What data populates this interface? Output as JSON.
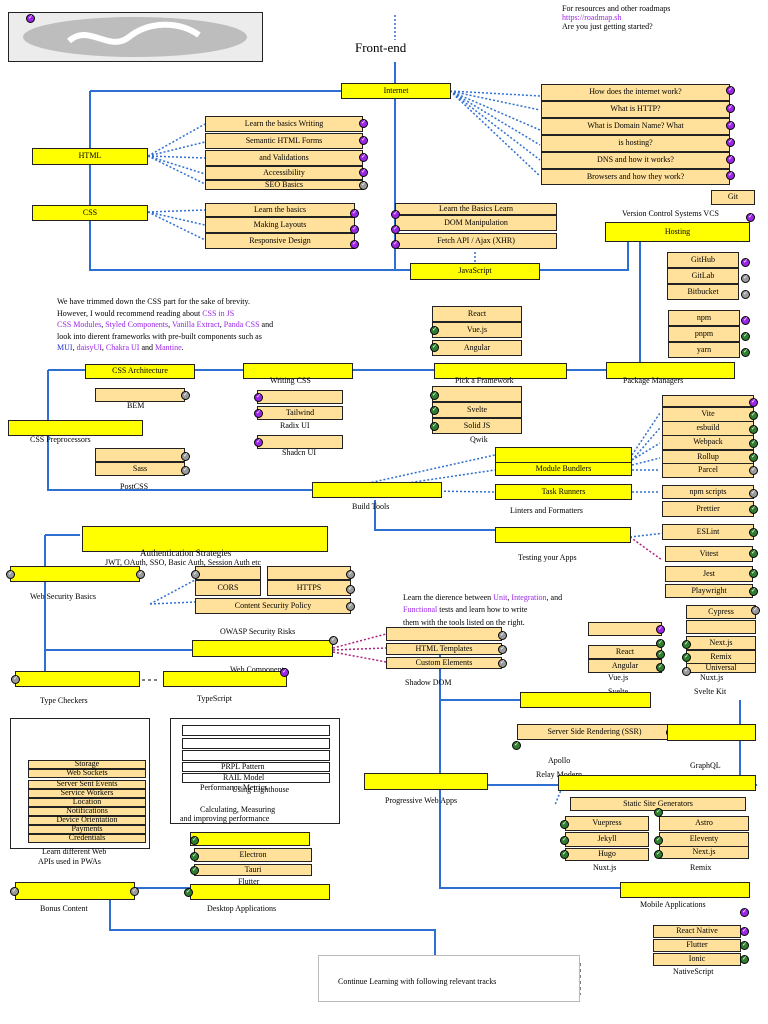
{
  "header": {
    "title": "Front-end",
    "resources_line": "For resources and other roadmaps",
    "link": "https://roadmap.sh",
    "getting_started": "Are you just getting started?"
  },
  "main": {
    "internet": "Internet",
    "html": "HTML",
    "css": "CSS",
    "javascript": "JavaScript",
    "vcs": "Version Control Systems VCS",
    "hosting": "Hosting",
    "pick_framework": "Pick a Framework",
    "package_managers": "Package Managers",
    "writing_css": "Writing CSS",
    "css_architecture": "CSS Architecture",
    "css_preprocessors": "CSS Preprocessors",
    "build_tools": "Build Tools",
    "module_bundlers": "Module Bundlers",
    "task_runners": "Task Runners",
    "linters": "Linters and Formatters",
    "testing": "Testing your Apps",
    "auth": "Authentication Strategies",
    "auth_sub": "JWT, OAuth, SSO, Basic Auth, Session Auth etc",
    "web_security": "Web Security Basics",
    "owasp": "OWASP Security Risks",
    "web_components": "Web Components",
    "shadow_dom": "Shadow DOM",
    "type_checkers": "Type Checkers",
    "typescript": "TypeScript",
    "ssr": "Server Side Rendering (SSR)",
    "apollo": "Apollo",
    "relay": "Relay Modern",
    "graphql": "GraphQL",
    "pwa": "Progressive Web Apps",
    "ssg": "Static Site Generators",
    "perf": "Calculating, Measuring",
    "perf2": "and improving performance",
    "pwa_apis1": "Learn different Web",
    "pwa_apis2": "APIs used in PWAs",
    "mobile": "Mobile Applications",
    "desktop": "Desktop Applications",
    "bonus": "Bonus Content",
    "continue": "Continue Learning with following relevant tracks"
  },
  "internet_topics": [
    "How does the internet work?",
    "What is HTTP?",
    "What is Domain Name? What",
    "is hosting?",
    "DNS and how it works?",
    "Browsers and how they work?"
  ],
  "html_topics": [
    "Learn the basics Writing",
    "Semantic HTML Forms",
    "and Validations",
    "Accessibility",
    "SEO Basics"
  ],
  "css_topics": [
    "Learn the basics",
    "Making Layouts",
    "Responsive Design"
  ],
  "js_topics": [
    "Learn the Basics Learn",
    "DOM Manipulation",
    "Fetch API / Ajax (XHR)"
  ],
  "vcs_topics": [
    "Git",
    "GitHub",
    "GitLab",
    "Bitbucket"
  ],
  "pkg_topics": [
    "npm",
    "pnpm",
    "yarn"
  ],
  "framework_topics": [
    "React",
    "Vue.js",
    "Angular",
    "Svelte",
    "Solid JS",
    "Qwik"
  ],
  "writing_css_topics": [
    "Tailwind",
    "Radix UI",
    "Shadcn UI"
  ],
  "css_arch_topics": [
    "BEM"
  ],
  "preprocessor_topics": [
    "Sass",
    "PostCSS"
  ],
  "bundler_topics": [
    "Vite",
    "esbuild",
    "Webpack",
    "Rollup",
    "Parcel"
  ],
  "task_runner_topics": [
    "npm scripts"
  ],
  "linter_topics": [
    "Prettier",
    "ESLint"
  ],
  "testing_topics": [
    "Vitest",
    "Jest",
    "Playwright",
    "Cypress"
  ],
  "security_topics": [
    "CORS",
    "HTTPS",
    "Content Security Policy"
  ],
  "webcomp_topics": [
    "HTML Templates",
    "Custom Elements"
  ],
  "ssr_topics": [
    "React",
    "Angular",
    "Vue.js",
    "Svelte",
    "Next.js",
    "Remix",
    "Universal",
    "Nuxt.js",
    "Svelte Kit"
  ],
  "ssg_topics": [
    "Vuepress",
    "Jekyll",
    "Hugo",
    "Astro",
    "Eleventy",
    "Next.js",
    "Nuxt.js",
    "Remix"
  ],
  "perf_topics": [
    "PRPL Pattern",
    "RAIL Model",
    "Performance Metrics",
    "Using Lighthouse"
  ],
  "pwa_api_topics": [
    "Storage",
    "Web Sockets",
    "Server Sent Events",
    "Service Workers",
    "Location",
    "Notifications",
    "Device Orientation",
    "Payments",
    "Credentials"
  ],
  "desktop_topics": [
    "Electron",
    "Tauri",
    "Flutter"
  ],
  "mobile_topics": [
    "React Native",
    "Flutter",
    "Ionic",
    "NativeScript"
  ],
  "css_note": {
    "line1": "We have trimmed down the CSS part for the sake of brevity.",
    "line2": "However, I would recommend reading about",
    "css_in_js": "CSS in JS",
    "css_modules": "CSS Modules",
    "styled": "Styled Components",
    "vanilla": "Vanilla Extract",
    "panda": "Panda CSS",
    "and": "and",
    "line4": "look into dierent frameworks with pre-built components such as",
    "mui": "MUI",
    "daisy": "daisyUI",
    "chakra": "Chakra UI",
    "mantine": "Mantine"
  },
  "test_note": {
    "prefix": "Learn the dierence between",
    "unit": "Unit",
    "integration": "Integration",
    "functional": "Functional",
    "rest1": "tests and learn how to write",
    "rest2": "them with the tools listed on the right."
  },
  "colors": {
    "accent": "#ffff00",
    "topic": "#ffe19b",
    "line": "#2f6fd1",
    "done": "#9b26e6",
    "ok": "#2f7d2f",
    "skip": "#9a9a9a"
  }
}
